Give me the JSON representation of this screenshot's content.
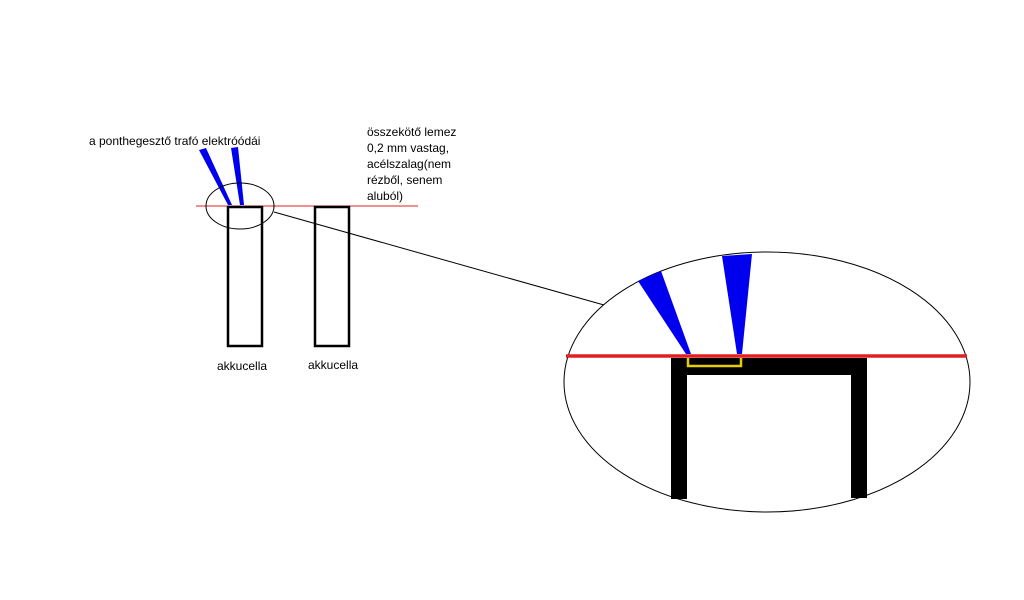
{
  "labels": {
    "electrodes": "a ponthegesztő trafó elektróódái",
    "sheet_lines": [
      "összekötő lemez",
      "0,2 mm vastag,",
      "acélszalag(nem",
      "rézből, senem",
      "aluból)"
    ],
    "cell_1": "akkucella",
    "cell_2": "akkucella"
  },
  "colors": {
    "sheet": "#e02020",
    "electrode": "#0000ee",
    "outline": "#000000",
    "weld": "#e6cc00",
    "background": "#ffffff"
  }
}
